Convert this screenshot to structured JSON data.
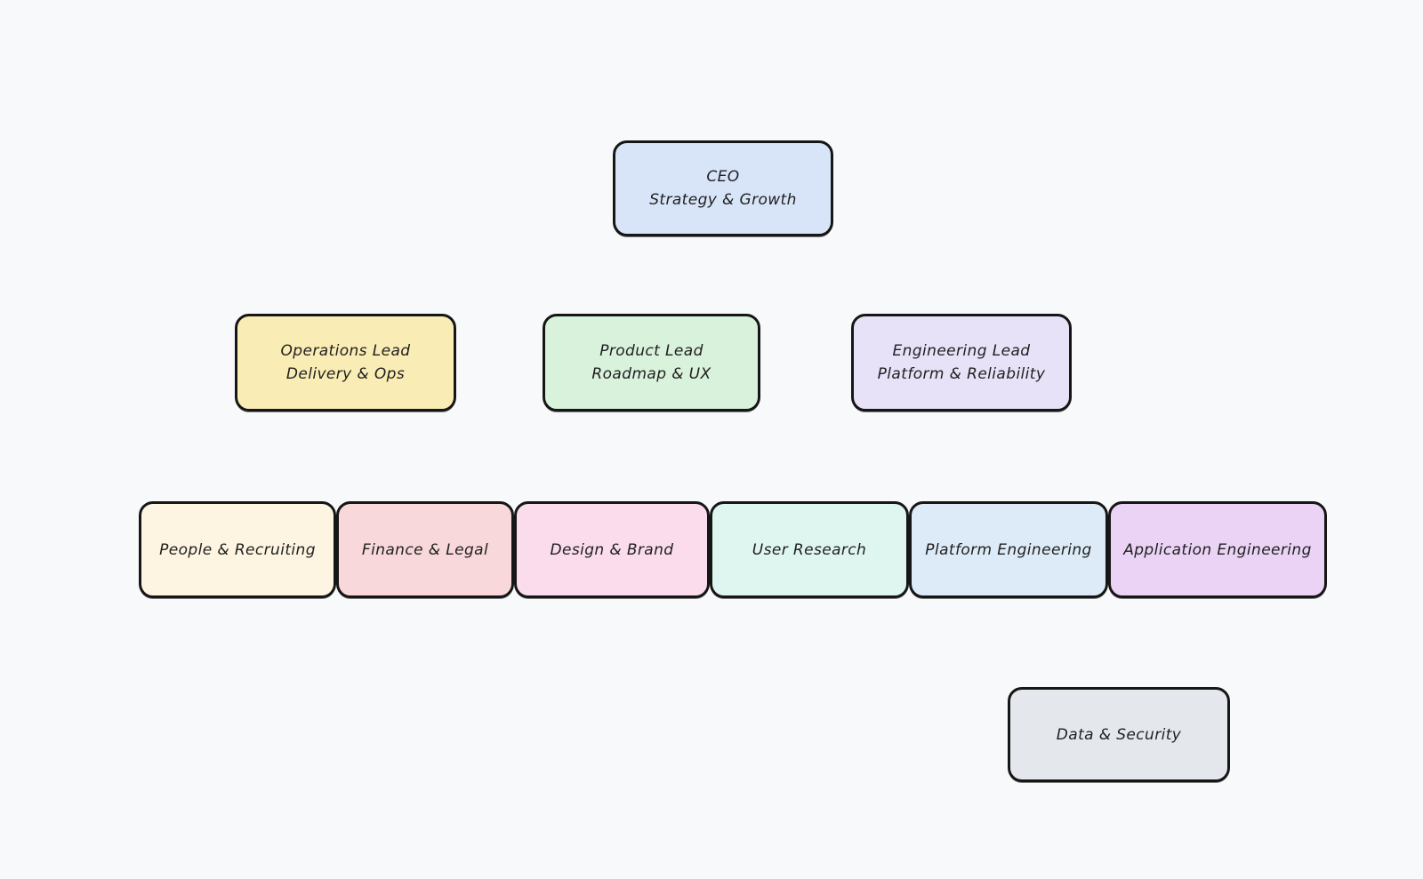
{
  "canvas": {
    "background": "#f8f9fb",
    "border_color": "#161616",
    "text_color": "#1f1f1f"
  },
  "diagram": {
    "type": "org-chart",
    "edges": [],
    "nodes": [
      {
        "title": "CEO",
        "subtitle": "Strategy & Growth",
        "fill": "#d8e5f8"
      },
      {
        "title": "Operations Lead",
        "subtitle": "Delivery & Ops",
        "fill": "#f9ecb4"
      },
      {
        "title": "Product Lead",
        "subtitle": "Roadmap & UX",
        "fill": "#d9f2dc"
      },
      {
        "title": "Engineering Lead",
        "subtitle": "Platform & Reliability",
        "fill": "#e7e2f7"
      },
      {
        "title": "People & Recruiting",
        "fill": "#fdf5e1"
      },
      {
        "title": "Finance & Legal",
        "fill": "#f8d8da"
      },
      {
        "title": "Design & Brand",
        "fill": "#fadcec"
      },
      {
        "title": "User Research",
        "fill": "#dff6f0"
      },
      {
        "title": "Platform Engineering",
        "fill": "#ddebf8"
      },
      {
        "title": "Application Engineering",
        "fill": "#ebd3f6"
      },
      {
        "title": "Data & Security",
        "fill": "#e4e8ed"
      }
    ]
  }
}
